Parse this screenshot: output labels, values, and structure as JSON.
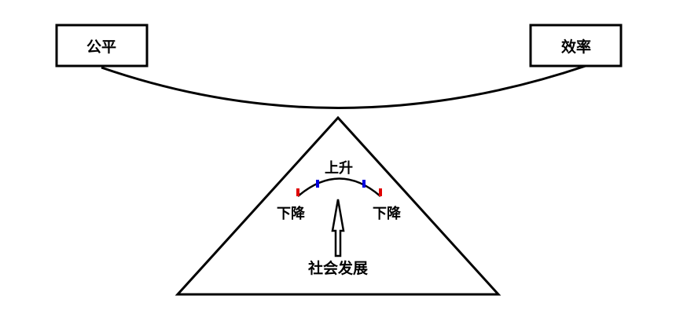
{
  "diagram": {
    "left_box": {
      "label": "公平"
    },
    "right_box": {
      "label": "效率"
    },
    "triangle": {
      "top_label": "上升",
      "left_label": "下降",
      "right_label": "下降",
      "bottom_label": "社会发展"
    },
    "colors": {
      "line": "#000000",
      "marker_outer": "#e00000",
      "marker_inner": "#0000e0",
      "background": "#ffffff"
    }
  }
}
